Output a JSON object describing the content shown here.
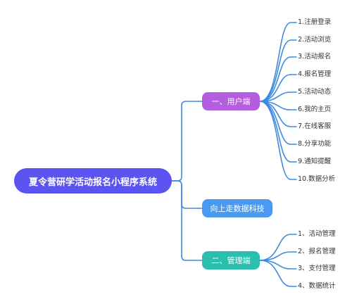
{
  "colors": {
    "line": "#3f8ae0",
    "root": "#5b54f0",
    "branch_user": "#b45dde",
    "branch_center": "#4a9af2",
    "branch_admin": "#2bbfae"
  },
  "root": {
    "label": "夏令营研学活动报名小程序系统"
  },
  "branches": [
    {
      "label": "一、用户端",
      "children": [
        "1.注册登录",
        "2.活动浏览",
        "3.活动报名",
        "4.报名管理",
        "5.活动动态",
        "6.我的主页",
        "7.在线客服",
        "8.分享功能",
        "9.通知提醒",
        "10.数据分析"
      ]
    },
    {
      "label": "向上走数据科技",
      "children": []
    },
    {
      "label": "二、管理端",
      "children": [
        "1、活动管理",
        "2、报名管理",
        "3、支付管理",
        "4、数据统计"
      ]
    }
  ]
}
